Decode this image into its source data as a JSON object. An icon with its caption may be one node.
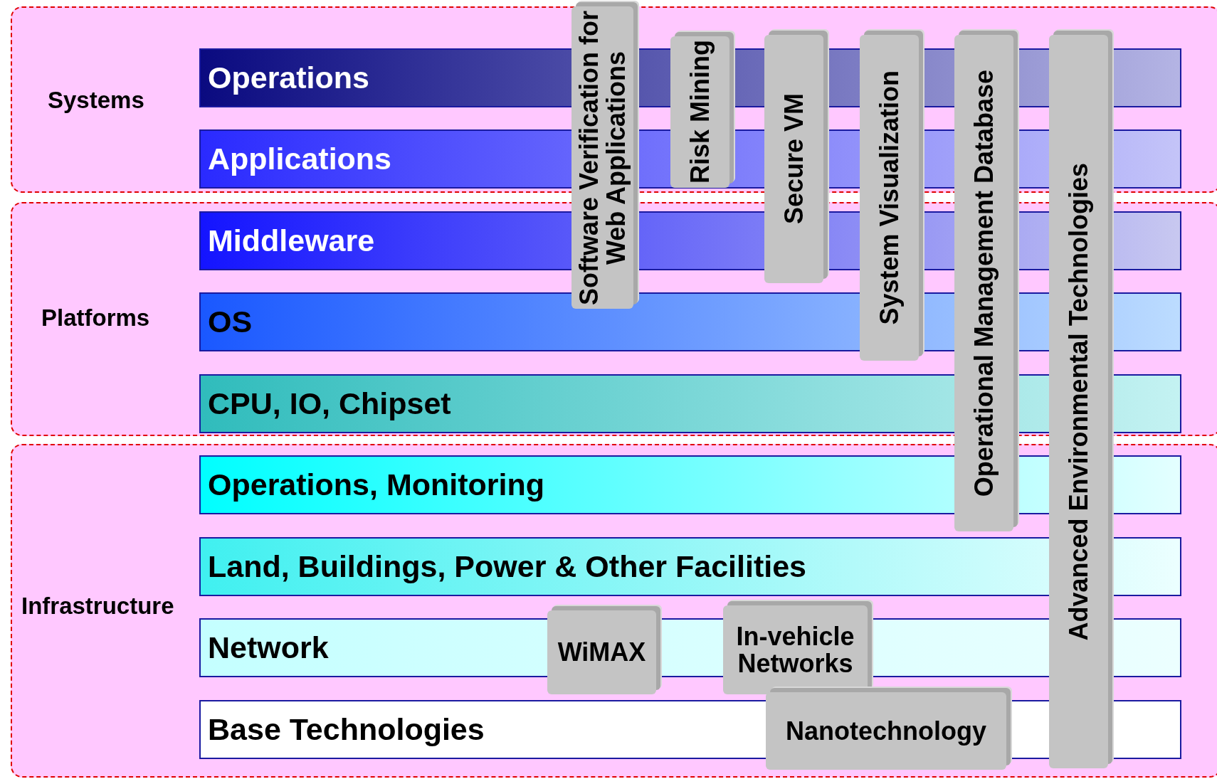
{
  "diagram": {
    "nodes": [
      {
        "text": [
          "Systems"
        ]
      },
      {
        "text": [
          "Operations"
        ],
        "in": 0
      },
      {
        "text": [
          "Applications"
        ],
        "in": 0
      },
      {
        "text": [
          "Platforms"
        ]
      },
      {
        "text": [
          "Middleware"
        ],
        "in": 3
      },
      {
        "text": [
          "OS"
        ],
        "in": 3
      },
      {
        "text": [
          "CPU, IO, Chipset"
        ],
        "in": 3
      },
      {
        "text": [
          "Infrastructure"
        ]
      },
      {
        "text": [
          "Operations, Monitoring"
        ],
        "in": 7
      },
      {
        "text": [
          "Land, Buildings, Power & Other Facilities"
        ],
        "in": 7
      },
      {
        "text": [
          "Network"
        ],
        "in": 7
      },
      {
        "text": [
          "Base Technologies"
        ],
        "in": 7
      },
      {
        "text": [
          "Software Verification for Web Applications"
        ]
      },
      {
        "text": [
          "Risk Mining"
        ],
        "in": 0
      },
      {
        "text": [
          "Secure VM"
        ]
      },
      {
        "text": [
          "System Visualization"
        ]
      },
      {
        "text": [
          "Operational Management Database"
        ]
      },
      {
        "text": [
          "Advanced Environmental Technologies"
        ]
      },
      {
        "text": [
          "WiMAX"
        ],
        "in": 7
      },
      {
        "text": [
          "In-vehicle Networks"
        ],
        "in": 7
      },
      {
        "text": [
          "Nanotechnology"
        ],
        "in": 7
      }
    ]
  }
}
